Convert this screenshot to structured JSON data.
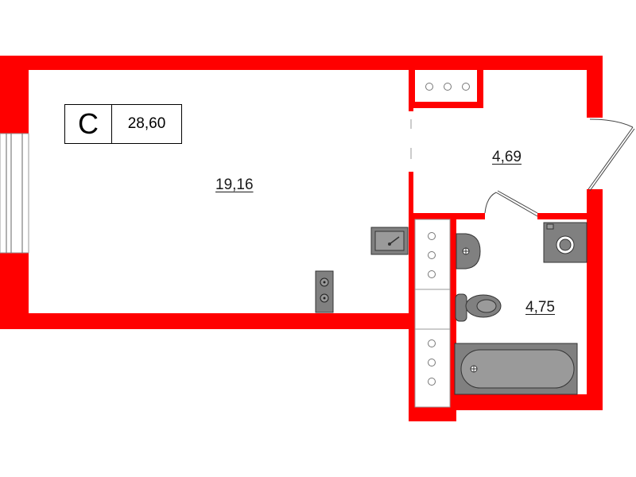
{
  "plan": {
    "apartment_type": "С",
    "total_area": "28,60",
    "rooms": [
      {
        "id": "living-room",
        "area": "19,16"
      },
      {
        "id": "hallway",
        "area": "4,69"
      },
      {
        "id": "bathroom",
        "area": "4,75"
      }
    ],
    "colors": {
      "wall": "#ff0000",
      "fixture": "#808080",
      "fixture_stroke": "#333333",
      "background": "#ffffff"
    },
    "icons": [
      "stove-icon",
      "kitchen-sink-icon",
      "washbasin-icon",
      "toilet-icon",
      "bathtub-icon",
      "washing-machine-icon",
      "cabinet-icon",
      "door-swing-icon",
      "window-icon"
    ]
  }
}
